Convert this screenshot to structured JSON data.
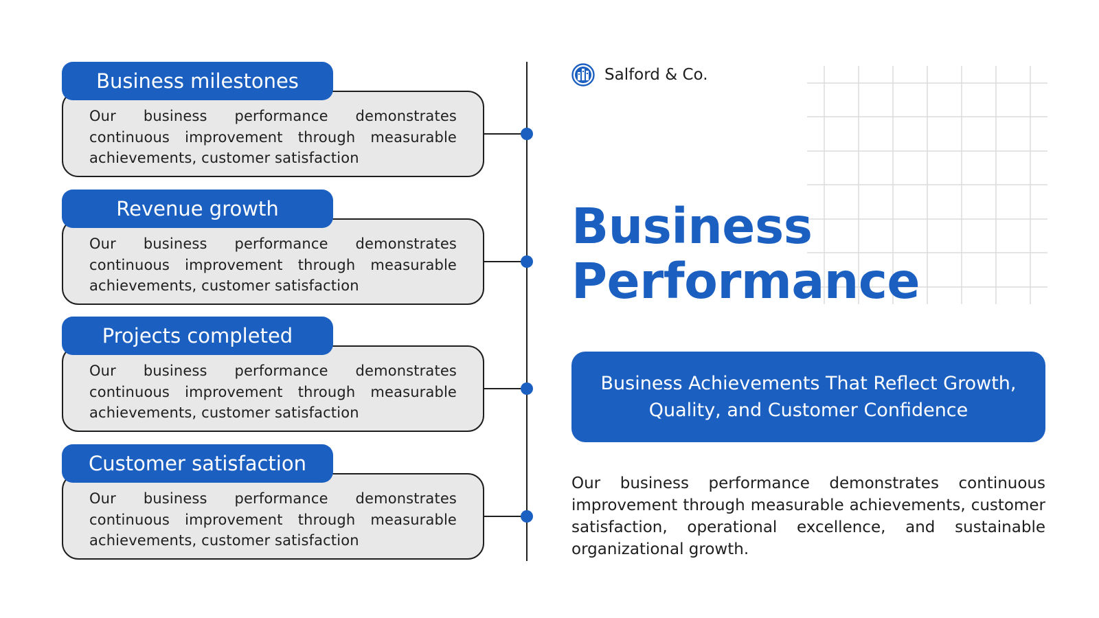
{
  "brand": {
    "name": "Salford & Co.",
    "logo_icon": "building-logo-icon"
  },
  "title": {
    "line1": "Business",
    "line2": "Performance"
  },
  "banner": {
    "text": "Business Achievements That Reflect Growth, Quality, and Customer Confidence"
  },
  "description": "Our business performance demonstrates continuous improvement through measurable achievements, customer satisfaction, operational excellence, and sustainable organizational growth.",
  "timeline": {
    "items": [
      {
        "title": "Business milestones",
        "text": "Our business performance demonstrates continuous improvement through measurable achievements, customer satisfaction"
      },
      {
        "title": "Revenue growth",
        "text": "Our business performance demonstrates continuous improvement through measurable achievements, customer satisfaction"
      },
      {
        "title": "Projects completed",
        "text": "Our business performance demonstrates continuous improvement through measurable achievements, customer satisfaction"
      },
      {
        "title": "Customer satisfaction",
        "text": "Our business performance demonstrates continuous improvement through measurable achievements, customer satisfaction"
      }
    ]
  },
  "colors": {
    "accent": "#1b5fc1",
    "card_bg": "#e8e8e8",
    "text": "#1e1e1e",
    "grid": "#dcdcdc"
  }
}
